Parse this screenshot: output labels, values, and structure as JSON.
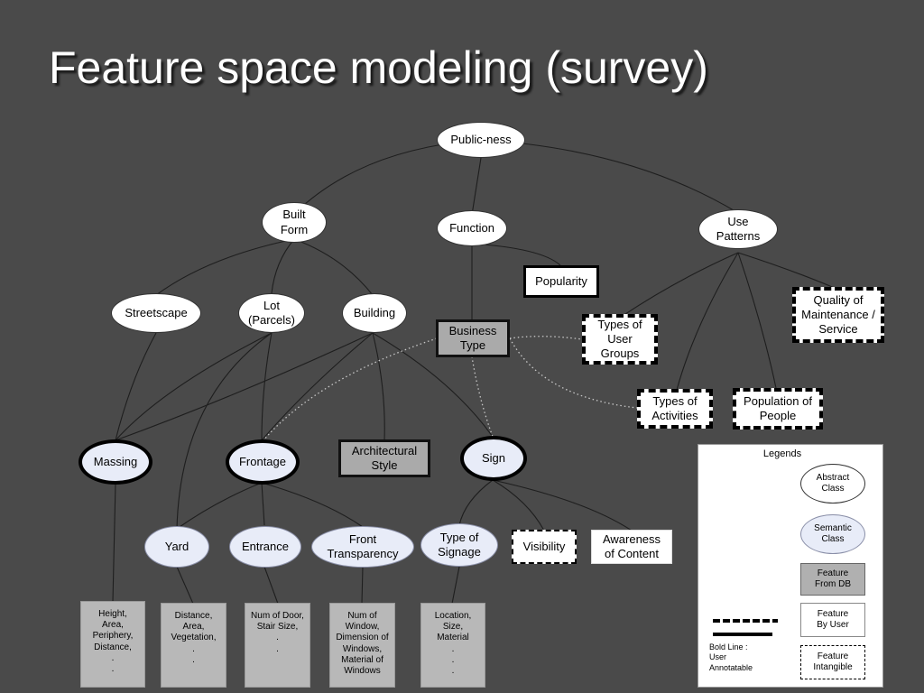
{
  "title": "Feature space modeling (survey)",
  "nodes": {
    "public_ness": "Public-ness",
    "built_form": "Built\nForm",
    "function": "Function",
    "use_patterns": "Use\nPatterns",
    "popularity": "Popularity",
    "streetscape": "Streetscape",
    "lot_parcels": "Lot\n(Parcels)",
    "building": "Building",
    "business_type": "Business\nType",
    "types_of_user_groups": "Types of\nUser\nGroups",
    "quality_of_maintenance": "Quality of\nMaintenance /\nService",
    "types_of_activities": "Types of\nActivities",
    "population_of_people": "Population of\nPeople",
    "massing": "Massing",
    "frontage": "Frontage",
    "architectural_style": "Architectural\nStyle",
    "sign": "Sign",
    "yard": "Yard",
    "entrance": "Entrance",
    "front_transparency": "Front\nTransparency",
    "type_of_signage": "Type of\nSignage",
    "visibility": "Visibility",
    "awareness_of_content": "Awareness\nof Content"
  },
  "attributes": {
    "massing": "Height,\nArea,\nPeriphery,\nDistance,\n.\n.",
    "yard": "Distance,\nArea,\nVegetation,\n.\n.",
    "entrance": "Num of Door,\nStair Size,\n.\n.",
    "front_transparency": "Num of\nWindow,\nDimension of\nWindows,\nMaterial of\nWindows",
    "type_of_signage": "Location,\nSize,\nMaterial\n.\n.\n."
  },
  "legend": {
    "title": "Legends",
    "abstract_class": "Abstract\nClass",
    "semantic_class": "Semantic\nClass",
    "feature_from_db": "Feature\nFrom  DB",
    "feature_by_user": "Feature\nBy User",
    "bold_line_note": "Bold Line :\nUser\nAnnotatable",
    "feature_intangible": "Feature\nIntangible"
  },
  "colors": {
    "background": "#4a4a4a",
    "semantic_fill": "#e8ecf8",
    "db_fill": "#aaaaaa",
    "attribute_fill": "#b8b8b8",
    "edge": "#1e1e1e",
    "dotted_edge": "#c8c8c8"
  }
}
